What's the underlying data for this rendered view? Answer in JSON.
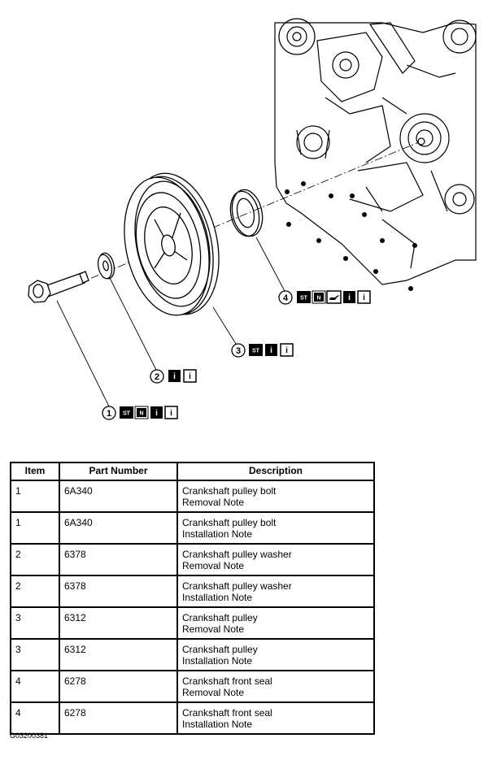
{
  "callouts": [
    {
      "number": "1",
      "icons": [
        "ST",
        "N",
        "i",
        "i"
      ]
    },
    {
      "number": "2",
      "icons": [
        "i",
        "i"
      ]
    },
    {
      "number": "3",
      "icons": [
        "ST",
        "i",
        "i"
      ]
    },
    {
      "number": "4",
      "icons": [
        "ST",
        "N",
        "oil-can",
        "i",
        "i"
      ]
    }
  ],
  "table": {
    "headers": [
      "Item",
      "Part Number",
      "Description"
    ],
    "rows": [
      {
        "item": "1",
        "part": "6A340",
        "desc": [
          "Crankshaft pulley bolt",
          "Removal Note"
        ]
      },
      {
        "item": "1",
        "part": "6A340",
        "desc": [
          "Crankshaft pulley bolt",
          "Installation Note"
        ]
      },
      {
        "item": "2",
        "part": "6378",
        "desc": [
          "Crankshaft pulley washer",
          "Removal Note"
        ]
      },
      {
        "item": "2",
        "part": "6378",
        "desc": [
          "Crankshaft pulley washer",
          "Installation Note"
        ]
      },
      {
        "item": "3",
        "part": "6312",
        "desc": [
          "Crankshaft pulley",
          "Removal Note"
        ]
      },
      {
        "item": "3",
        "part": "6312",
        "desc": [
          "Crankshaft pulley",
          "Installation Note"
        ]
      },
      {
        "item": "4",
        "part": "6278",
        "desc": [
          "Crankshaft front seal",
          "Removal Note"
        ]
      },
      {
        "item": "4",
        "part": "6278",
        "desc": [
          "Crankshaft front seal",
          "Installation Note"
        ]
      }
    ]
  },
  "figure_id": "G03200381"
}
